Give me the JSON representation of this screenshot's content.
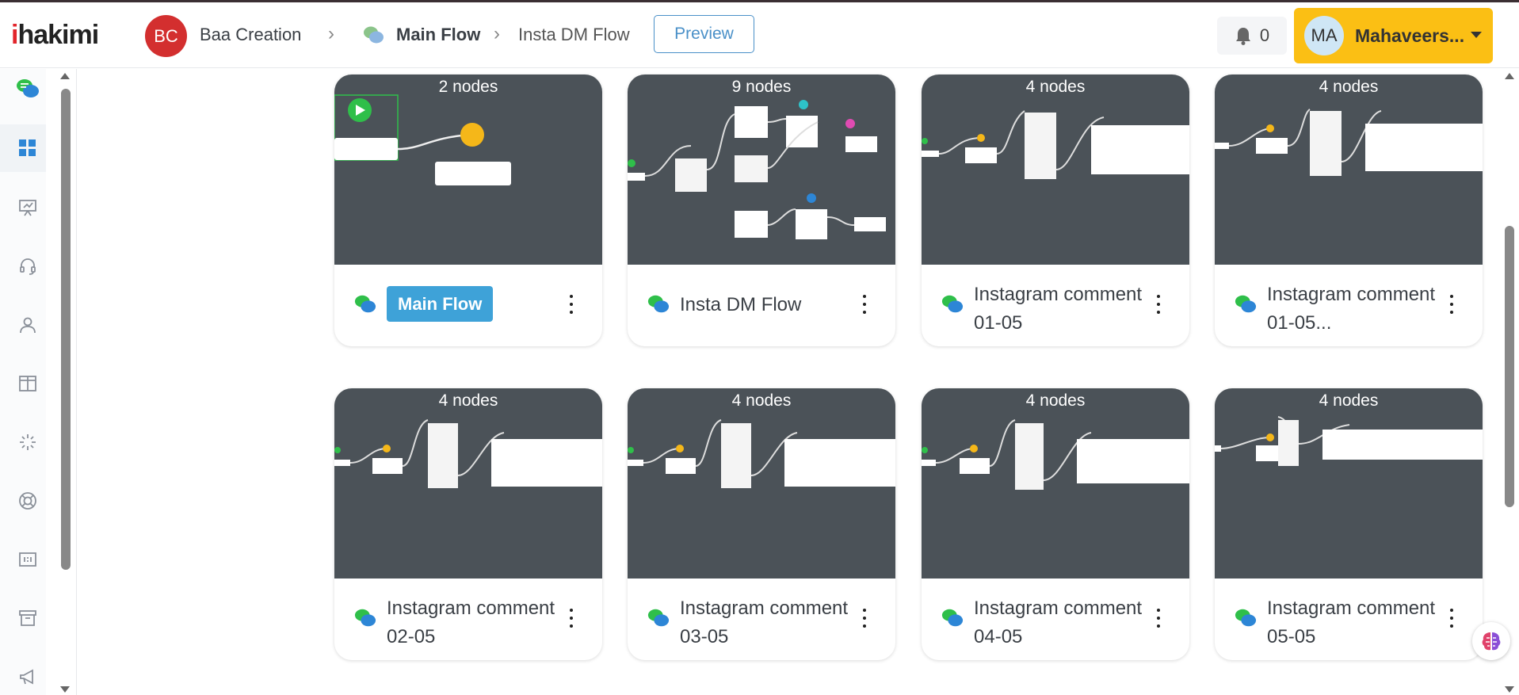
{
  "app": {
    "logo_text": "hakimi",
    "logo_i": "i"
  },
  "header": {
    "workspace_initials": "BC",
    "workspace_name": "Baa Creation",
    "breadcrumb": [
      "Main Flow",
      "Insta DM Flow"
    ],
    "preview_label": "Preview",
    "notification_count": "0",
    "user_initials": "MA",
    "user_name": "Mahaveers..."
  },
  "sidebar": {
    "items": [
      "chat-bubbles-icon",
      "dashboard-grid-icon",
      "presentation-icon",
      "headset-icon",
      "user-icon",
      "columns-icon",
      "sparkle-icon",
      "lifebuoy-icon",
      "variables-icon",
      "archive-icon",
      "megaphone-icon"
    ]
  },
  "flows": [
    {
      "nodes": "2 nodes",
      "title": "Main Flow",
      "active": true
    },
    {
      "nodes": "9 nodes",
      "title": "Insta DM Flow",
      "active": false
    },
    {
      "nodes": "4 nodes",
      "title": "Instagram comment 01-05",
      "active": false
    },
    {
      "nodes": "4 nodes",
      "title": "Instagram comment 01-05...",
      "active": false
    },
    {
      "nodes": "4 nodes",
      "title": "Instagram comment 02-05",
      "active": false
    },
    {
      "nodes": "4 nodes",
      "title": "Instagram comment 03-05",
      "active": false
    },
    {
      "nodes": "4 nodes",
      "title": "Instagram comment 04-05",
      "active": false
    },
    {
      "nodes": "4 nodes",
      "title": "Instagram comment 05-05",
      "active": false
    }
  ],
  "colors": {
    "accent": "#3ea2d8",
    "user_button": "#fbbf14",
    "thumb_bg": "#4b5258",
    "workspace_avatar": "#d32f2f"
  }
}
